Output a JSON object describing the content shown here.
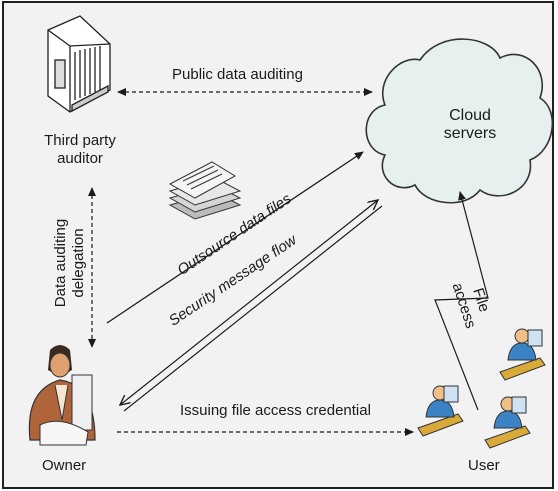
{
  "nodes": {
    "auditor_line1": "Third party",
    "auditor_line2": "auditor",
    "cloud_line1": "Cloud",
    "cloud_line2": "servers",
    "owner": "Owner",
    "user": "User"
  },
  "edges": {
    "public_auditing": "Public data auditing",
    "delegation_line1": "Data auditing",
    "delegation_line2": "delegation",
    "outsource": "Outsource data files",
    "security_flow": "Security message flow",
    "file_access_line1": "File",
    "file_access_line2": "access",
    "credential": "Issuing file access credential"
  },
  "colors": {
    "background": "#f2f2f2",
    "frame": "#202020",
    "cloud_fill": "#e6f1ef",
    "owner_shirt": "#b0643a",
    "user_shirt": "#3b83c4",
    "desk": "#d9a93a"
  },
  "icons": [
    "building-icon",
    "cloud-icon",
    "documents-icon",
    "owner-figure-icon",
    "user-figure-icon"
  ]
}
